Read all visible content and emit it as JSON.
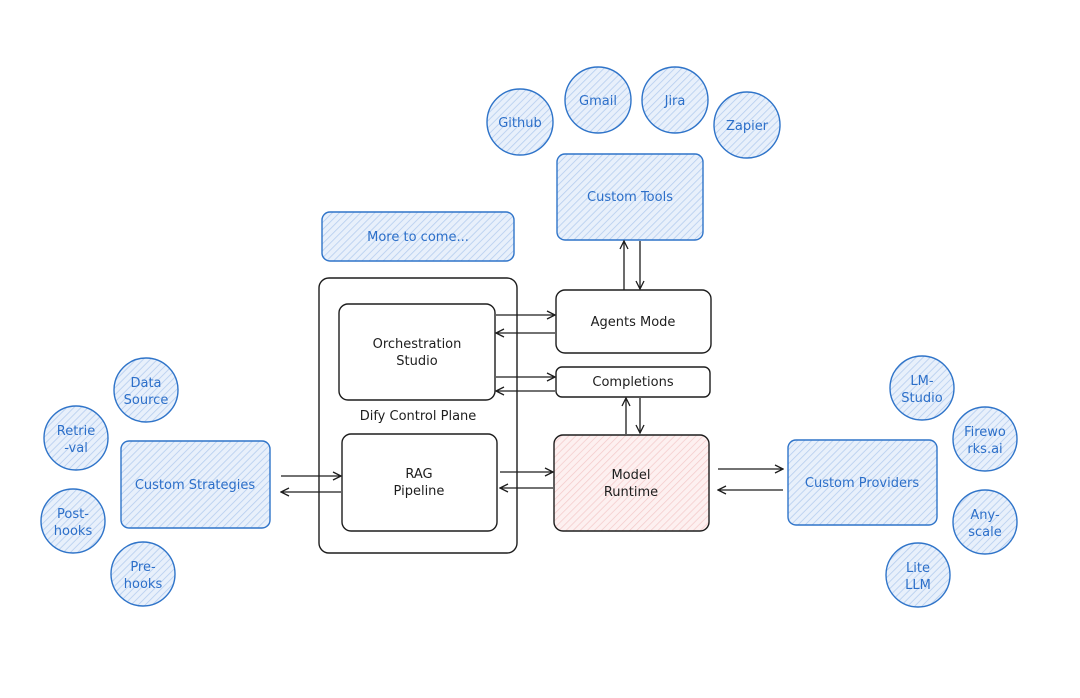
{
  "nodes": {
    "github": "Github",
    "gmail": "Gmail",
    "jira": "Jira",
    "zapier": "Zapier",
    "custom_tools": "Custom Tools",
    "more_to_come": "More to come...",
    "agents_mode": "Agents Mode",
    "orchestration_studio": [
      "Orchestration",
      "Studio"
    ],
    "completions": "Completions",
    "dify_control_plane": "Dify Control Plane",
    "rag_pipeline": [
      "RAG",
      "Pipeline"
    ],
    "model_runtime": [
      "Model",
      "Runtime"
    ],
    "custom_strategies": "Custom Strategies",
    "data_source": [
      "Data",
      "Source"
    ],
    "retrieval": [
      "Retrie",
      "-val"
    ],
    "post_hooks": [
      "Post-",
      "hooks"
    ],
    "pre_hooks": [
      "Pre-",
      "hooks"
    ],
    "custom_providers": "Custom Providers",
    "lm_studio": [
      "LM-",
      "Studio"
    ],
    "fireworks": [
      "Firewo",
      "rks.ai"
    ],
    "anyscale": [
      "Any-",
      "scale"
    ],
    "lite_llm": [
      "Lite",
      "LLM"
    ]
  },
  "colors": {
    "blue_stroke": "#2f74c9",
    "blue_text": "#2c6fc9",
    "blue_fill": "#dbe8f8",
    "dark_stroke": "#1d1d1d",
    "pink_fill": "#fbe3e3"
  }
}
